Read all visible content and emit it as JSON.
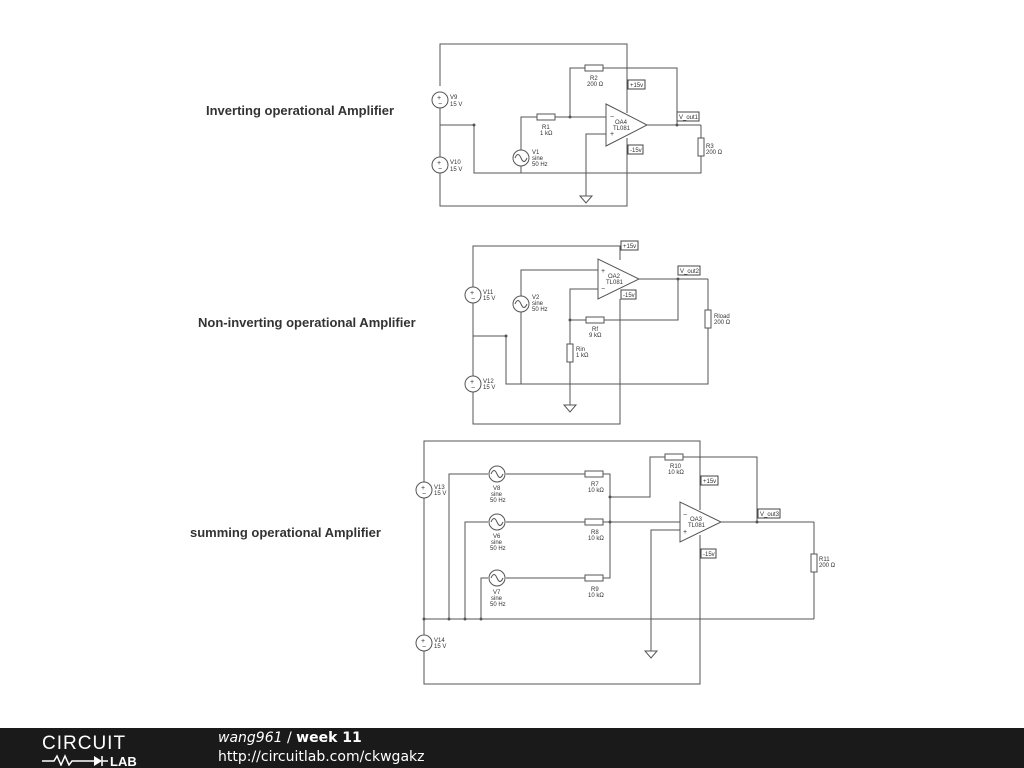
{
  "sections": {
    "inverting": "Inverting operational Amplifier",
    "noninverting": "Non-inverting operational Amplifier",
    "summing": "summing operational Amplifier"
  },
  "components": {
    "V9": {
      "name": "V9",
      "value": "15 V"
    },
    "V10": {
      "name": "V10",
      "value": "15 V"
    },
    "V1": {
      "name": "V1",
      "type": "sine",
      "freq": "50 Hz"
    },
    "R1": {
      "name": "R1",
      "value": "1 kΩ"
    },
    "R2": {
      "name": "R2",
      "value": "200 Ω"
    },
    "R3": {
      "name": "R3",
      "value": "200 Ω"
    },
    "OA4": {
      "name": "OA4",
      "model": "TL081"
    },
    "V11": {
      "name": "V11",
      "value": "15 V"
    },
    "V12": {
      "name": "V12",
      "value": "15 V"
    },
    "V2": {
      "name": "V2",
      "type": "sine",
      "freq": "50 Hz"
    },
    "OA2": {
      "name": "OA2",
      "model": "TL081"
    },
    "Rf": {
      "name": "Rf",
      "value": "9 kΩ"
    },
    "Rin": {
      "name": "Rin",
      "value": "1 kΩ"
    },
    "Rload": {
      "name": "Rload",
      "value": "200 Ω"
    },
    "V13": {
      "name": "V13",
      "value": "15 V"
    },
    "V14": {
      "name": "V14",
      "value": "15 V"
    },
    "V8": {
      "name": "V8",
      "type": "sine",
      "freq": "50 Hz"
    },
    "V6": {
      "name": "V6",
      "type": "sine",
      "freq": "50 Hz"
    },
    "V7": {
      "name": "V7",
      "type": "sine",
      "freq": "50 Hz"
    },
    "R7": {
      "name": "R7",
      "value": "10 kΩ"
    },
    "R8": {
      "name": "R8",
      "value": "10 kΩ"
    },
    "R9": {
      "name": "R9",
      "value": "10 kΩ"
    },
    "R10": {
      "name": "R10",
      "value": "10 kΩ"
    },
    "R11": {
      "name": "R11",
      "value": "200 Ω"
    },
    "OA3": {
      "name": "OA3",
      "model": "TL081"
    }
  },
  "net_labels": {
    "pos": "+15v",
    "neg": "-15v",
    "out1": "V_out1",
    "out2": "V_out2",
    "out3": "V_out3"
  },
  "footer": {
    "logo_top": "CIRCUIT",
    "logo_bottom": "LAB",
    "user": "wang961",
    "separator": "/",
    "project": "week 11",
    "url": "http://circuitlab.com/ckwgakz"
  }
}
